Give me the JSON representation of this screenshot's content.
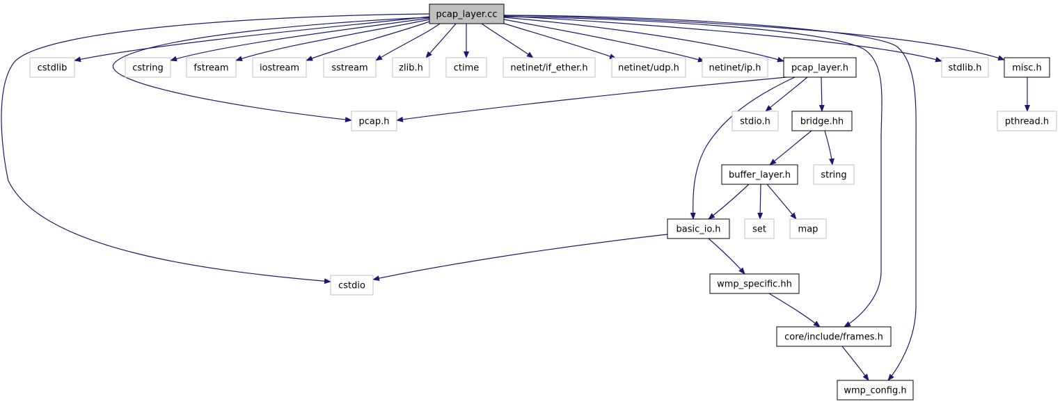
{
  "nodes": [
    {
      "id": "pcap_layer_cc",
      "label": "pcap_layer.cc",
      "style": "root"
    },
    {
      "id": "cstdlib",
      "label": "cstdlib",
      "style": "external"
    },
    {
      "id": "cstring",
      "label": "cstring",
      "style": "external"
    },
    {
      "id": "fstream",
      "label": "fstream",
      "style": "external"
    },
    {
      "id": "iostream",
      "label": "iostream",
      "style": "external"
    },
    {
      "id": "sstream",
      "label": "sstream",
      "style": "external"
    },
    {
      "id": "zlib_h",
      "label": "zlib.h",
      "style": "external"
    },
    {
      "id": "ctime",
      "label": "ctime",
      "style": "external"
    },
    {
      "id": "netinet_if_ether_h",
      "label": "netinet/if_ether.h",
      "style": "external"
    },
    {
      "id": "netinet_udp_h",
      "label": "netinet/udp.h",
      "style": "external"
    },
    {
      "id": "netinet_ip_h",
      "label": "netinet/ip.h",
      "style": "external"
    },
    {
      "id": "pcap_layer_h",
      "label": "pcap_layer.h",
      "style": "documented"
    },
    {
      "id": "stdlib_h",
      "label": "stdlib.h",
      "style": "external"
    },
    {
      "id": "misc_h",
      "label": "misc.h",
      "style": "documented"
    },
    {
      "id": "pcap_h",
      "label": "pcap.h",
      "style": "external"
    },
    {
      "id": "stdio_h",
      "label": "stdio.h",
      "style": "external"
    },
    {
      "id": "bridge_hh",
      "label": "bridge.hh",
      "style": "documented"
    },
    {
      "id": "pthread_h",
      "label": "pthread.h",
      "style": "external"
    },
    {
      "id": "buffer_layer_h",
      "label": "buffer_layer.h",
      "style": "documented"
    },
    {
      "id": "string",
      "label": "string",
      "style": "external"
    },
    {
      "id": "basic_io_h",
      "label": "basic_io.h",
      "style": "documented"
    },
    {
      "id": "set",
      "label": "set",
      "style": "external"
    },
    {
      "id": "map",
      "label": "map",
      "style": "external"
    },
    {
      "id": "cstdio",
      "label": "cstdio",
      "style": "external"
    },
    {
      "id": "wmp_specific_hh",
      "label": "wmp_specific.hh",
      "style": "documented"
    },
    {
      "id": "core_include_frames_h",
      "label": "core/include/frames.h",
      "style": "documented"
    },
    {
      "id": "wmp_config_h",
      "label": "wmp_config.h",
      "style": "documented"
    }
  ],
  "edges": [
    {
      "from": "pcap_layer_cc",
      "to": "cstdlib"
    },
    {
      "from": "pcap_layer_cc",
      "to": "cstring"
    },
    {
      "from": "pcap_layer_cc",
      "to": "fstream"
    },
    {
      "from": "pcap_layer_cc",
      "to": "iostream"
    },
    {
      "from": "pcap_layer_cc",
      "to": "sstream"
    },
    {
      "from": "pcap_layer_cc",
      "to": "zlib_h"
    },
    {
      "from": "pcap_layer_cc",
      "to": "ctime"
    },
    {
      "from": "pcap_layer_cc",
      "to": "netinet_if_ether_h"
    },
    {
      "from": "pcap_layer_cc",
      "to": "netinet_udp_h"
    },
    {
      "from": "pcap_layer_cc",
      "to": "netinet_ip_h"
    },
    {
      "from": "pcap_layer_cc",
      "to": "pcap_layer_h"
    },
    {
      "from": "pcap_layer_cc",
      "to": "stdlib_h"
    },
    {
      "from": "pcap_layer_cc",
      "to": "misc_h"
    },
    {
      "from": "pcap_layer_cc",
      "to": "pcap_h"
    },
    {
      "from": "pcap_layer_cc",
      "to": "cstdio"
    },
    {
      "from": "pcap_layer_cc",
      "to": "core_include_frames_h"
    },
    {
      "from": "pcap_layer_cc",
      "to": "wmp_config_h"
    },
    {
      "from": "pcap_layer_h",
      "to": "pcap_h"
    },
    {
      "from": "pcap_layer_h",
      "to": "stdio_h"
    },
    {
      "from": "pcap_layer_h",
      "to": "bridge_hh"
    },
    {
      "from": "pcap_layer_h",
      "to": "basic_io_h"
    },
    {
      "from": "misc_h",
      "to": "pthread_h"
    },
    {
      "from": "bridge_hh",
      "to": "buffer_layer_h"
    },
    {
      "from": "bridge_hh",
      "to": "string"
    },
    {
      "from": "buffer_layer_h",
      "to": "basic_io_h"
    },
    {
      "from": "buffer_layer_h",
      "to": "set"
    },
    {
      "from": "buffer_layer_h",
      "to": "map"
    },
    {
      "from": "basic_io_h",
      "to": "cstdio"
    },
    {
      "from": "basic_io_h",
      "to": "wmp_specific_hh"
    },
    {
      "from": "wmp_specific_hh",
      "to": "core_include_frames_h"
    },
    {
      "from": "core_include_frames_h",
      "to": "wmp_config_h"
    }
  ],
  "colors": {
    "edge": "#191970",
    "root_fill": "#bfbfbf",
    "root_stroke": "#000000",
    "documented_stroke": "#000000",
    "external_stroke": "#bfbfbf",
    "text": "#000000"
  }
}
